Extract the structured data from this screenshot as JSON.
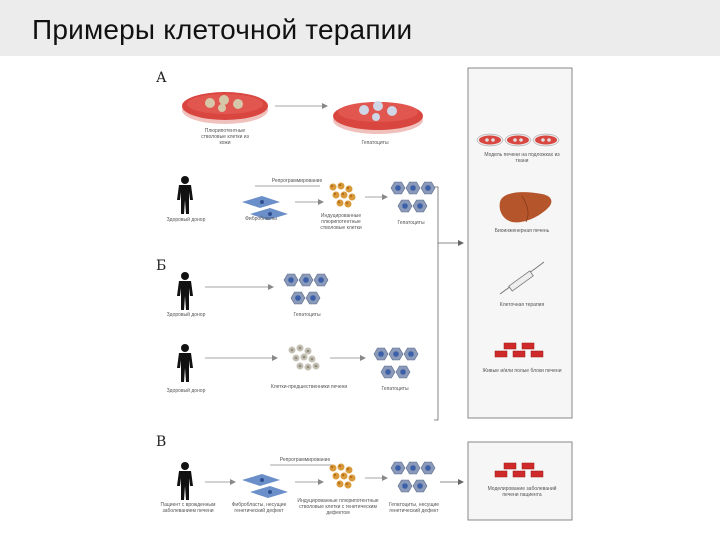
{
  "title": "Примеры клеточной терапии",
  "sections": {
    "a": {
      "label": "А",
      "caption_cells": "Плюрипотентные стволовые клетки из кожи",
      "caption_hepatocytes": "Гепатоциты",
      "caption_donor": "Здоровый донор",
      "caption_fibroblasts": "Фибробласты",
      "caption_reprogramming": "Репрограммирование",
      "caption_ipsc": "Индуцированные плюрипотентные стволовые клетки",
      "caption_hepatocytes2": "Гепатоциты"
    },
    "b": {
      "label": "Б",
      "caption_donor1": "Здоровый донор",
      "caption_hepatocytes": "Гепатоциты",
      "caption_donor2": "Здоровый донор",
      "caption_progenitors": "Клетки-предшественники печени",
      "caption_hepatocytes2": "Гепатоциты"
    },
    "c": {
      "label": "В",
      "caption_patient": "Пациент с врожденным заболеванием печени",
      "caption_fibroblasts": "Фибробласты, несущие генетический дефект",
      "caption_reprogramming": "Репрограммирование",
      "caption_ipsc": "Индуцированные плюрипотентные стволовые клетки с генетическим дефектом",
      "caption_hepatocytes": "Гепатоциты, несущие генетический дефект"
    }
  },
  "outcomes": {
    "dishes": "Модель печени на подложках из ткани",
    "liver": "Биоинженерная печень",
    "syringe": "Клеточная терапия",
    "blocks": "Живые и/или полые блоки печени",
    "blocks_c": "Моделирование заболеваний печени пациента"
  },
  "colors": {
    "dish": "#d9453f",
    "cell_blue": "#6b8fc8",
    "cell_orange": "#d99a3a",
    "liver": "#b5552b",
    "brick": "#cf2a2a",
    "panel": "#f6f6f6"
  }
}
